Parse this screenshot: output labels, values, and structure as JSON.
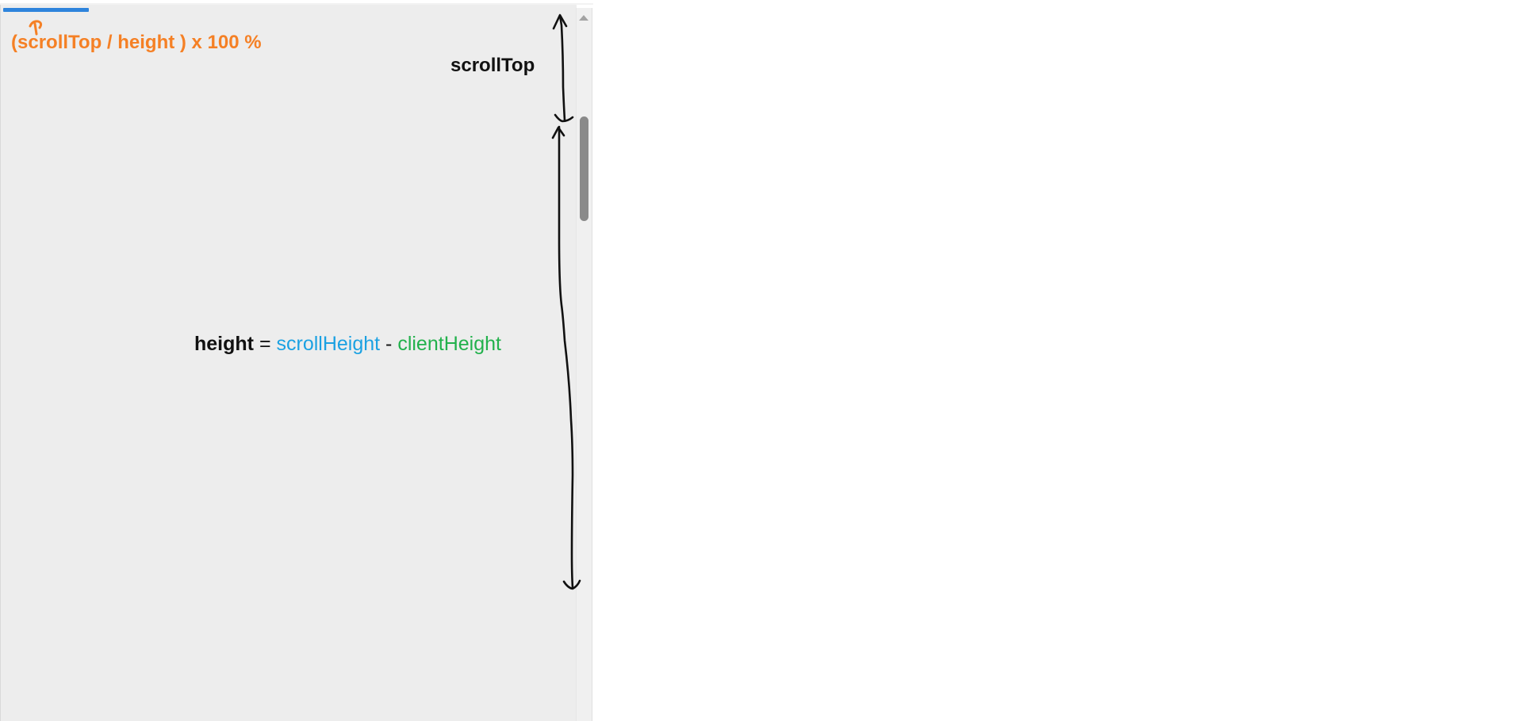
{
  "progress": {
    "fraction": 0.15,
    "color": "#2e84dc"
  },
  "scrollbar": {
    "thumb_icon": "scroll-thumb",
    "up_icon": "chevron-up-icon"
  },
  "formula": {
    "text": "(scrollTop / height ) x 100 %",
    "color": "#f58025"
  },
  "labels": {
    "scroll_top": "scrollTop"
  },
  "height_equation": {
    "lhs": "height",
    "equals": " = ",
    "term1": "scrollHeight",
    "minus": " - ",
    "term2": "clientHeight",
    "colors": {
      "term1": "#1ba1e2",
      "term2": "#22b14c"
    }
  },
  "icons": {
    "formula_marker": "hand-drawn-arrow-icon"
  }
}
